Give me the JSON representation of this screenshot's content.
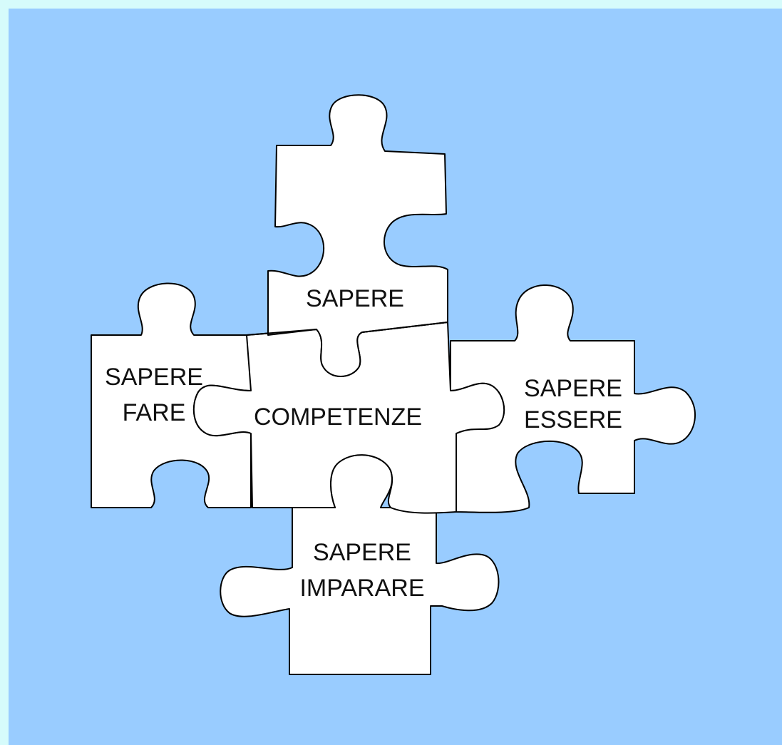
{
  "colors": {
    "background": "#99ccff",
    "border": "#d6fbfb",
    "piece_fill": "#ffffff",
    "outline": "#000000"
  },
  "pieces": {
    "top": {
      "line1": "SAPERE"
    },
    "left": {
      "line1": "SAPERE",
      "line2": "FARE"
    },
    "center": {
      "line1": "COMPETENZE"
    },
    "right": {
      "line1": "SAPERE",
      "line2": "ESSERE"
    },
    "bottom": {
      "line1": "SAPERE",
      "line2": "IMPARARE"
    }
  }
}
